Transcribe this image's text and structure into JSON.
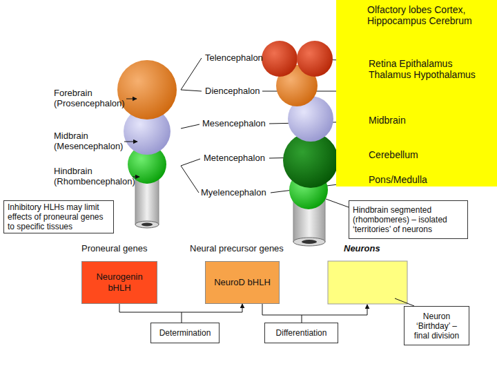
{
  "diagram": {
    "nodes": [
      {
        "text": [
          "Olfactory lobes Cortex, Hippocampus Cerebrum",
          "Retina Epithalamus Thalamus Hypothalamus",
          "Midbrain",
          "Cerebellum",
          "Pons/Medulla"
        ]
      },
      {
        "text": [
          "Hindbrain segmented (rhombomeres) – isolated ‘territories’ of neurons"
        ]
      },
      {
        "text": [
          "Inhibitory HLHs may limit effects of proneural genes to specific tissues"
        ]
      },
      {
        "text": [
          "Neurogenin bHLH"
        ]
      },
      {
        "text": [
          "NeuroD bHLH"
        ]
      },
      {
        "text": [
          "Determination"
        ]
      },
      {
        "text": [
          "Differentiation"
        ]
      },
      {
        "text": [
          "Neuron ‘Birthday’ – final division"
        ]
      }
    ],
    "edges": [
      {
        "from": 3,
        "to": 4,
        "arrow": "to"
      }
    ],
    "labels": [
      "Telencephalon",
      "Forebrain (Prosencephalon)",
      "Diencephalon",
      "Mesencephalon",
      "Midbrain (Mesencephalon)",
      "Metencephalon",
      "Hindbrain (Rhombencephalon)",
      "Myelencephalon",
      "Proneural genes",
      "Neural precursor genes",
      "Neurons"
    ]
  }
}
